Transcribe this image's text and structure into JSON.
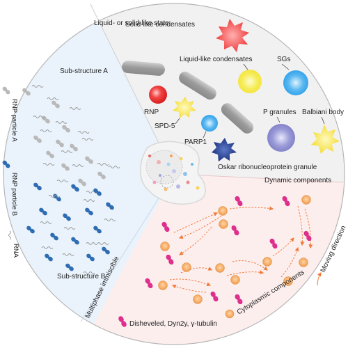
{
  "sections": {
    "top_title": "Liquid- or solid-like state",
    "left_title": "Multiphase immiscible",
    "right_title": "Dynamic components"
  },
  "condensates": {
    "solid_like": "Solid-like condensates",
    "liquid_like": "Liquid-like condensates",
    "sgs": "SGs",
    "rnp": "RNP",
    "spd5": "SPD-5",
    "parp1": "PARP1",
    "p_granules": "P granules",
    "balbiani": "Balbiani body",
    "oskar": "Oskar ribonucleoprotein granule"
  },
  "substructures": {
    "a": "Sub-structure A",
    "b": "Sub-structure B",
    "rnp_a": "RNP particle A",
    "rnp_b": "RNP particle B",
    "rna": "RNA"
  },
  "dynamic": {
    "moving_direction": "Moving direction",
    "cytoplasmic": "Cytoplasmic components",
    "disheveled": "Disheveled, Dyn2y, γ-tubulin"
  },
  "colors": {
    "top_sector": "#f1f1f1",
    "left_sector": "#eaf3fb",
    "right_sector": "#fdeeee",
    "rnp_a": "#b9b9b9",
    "rnp_b": "#2f6db3",
    "pink": "#dd2f8b",
    "orange": "#f2a55a",
    "arrow": "#f07b3a"
  }
}
